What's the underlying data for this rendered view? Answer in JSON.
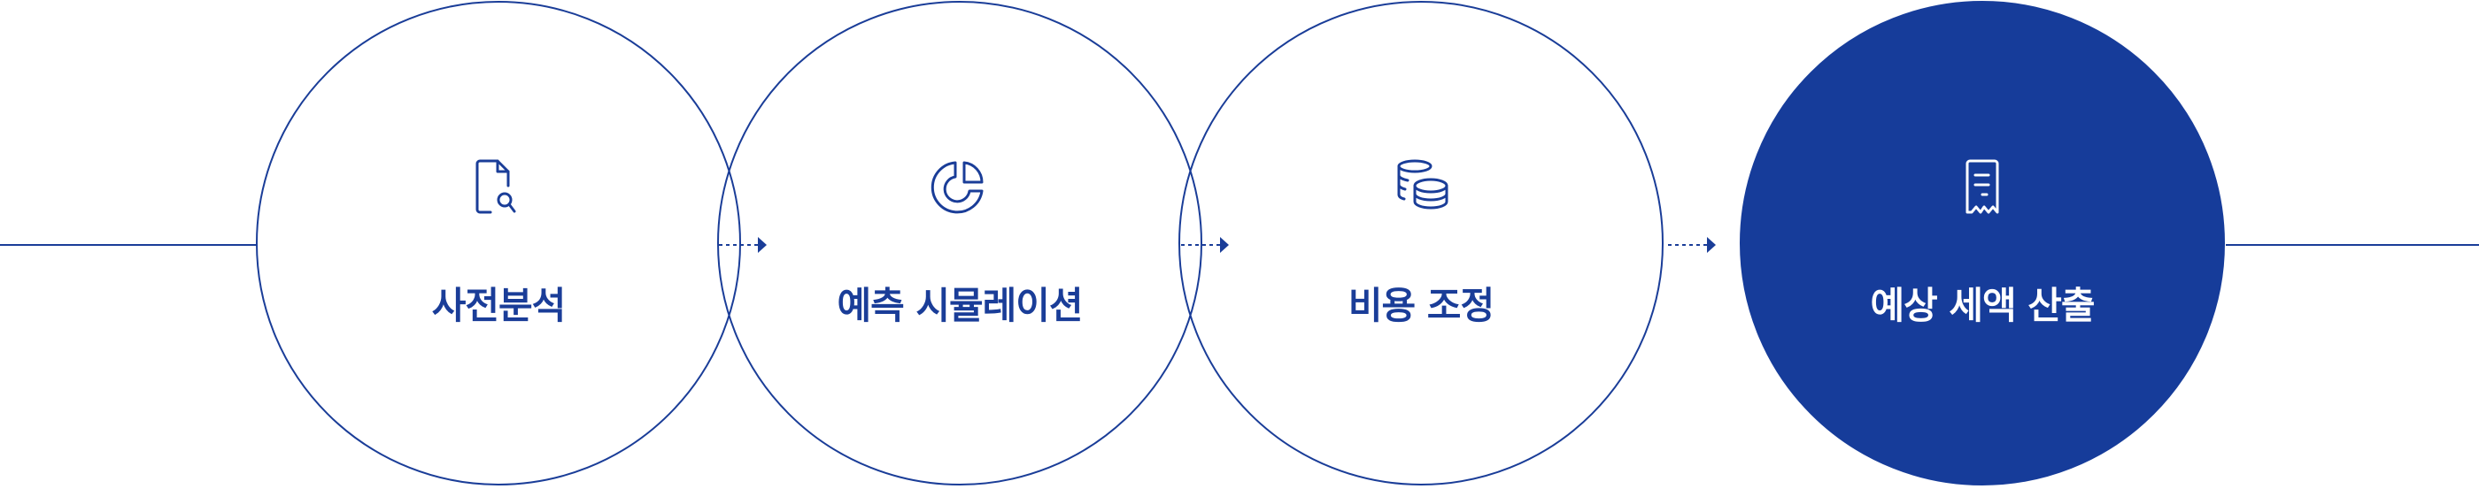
{
  "colors": {
    "primary": "#163c9a",
    "background": "#ffffff"
  },
  "steps": [
    {
      "label": "사전분석",
      "icon": "document-search-icon",
      "active": false
    },
    {
      "label": "예측 시뮬레이션",
      "icon": "pie-chart-icon",
      "active": false
    },
    {
      "label": "비용 조정",
      "icon": "coins-icon",
      "active": false
    },
    {
      "label": "예상 세액 산출",
      "icon": "receipt-icon",
      "active": true
    }
  ]
}
